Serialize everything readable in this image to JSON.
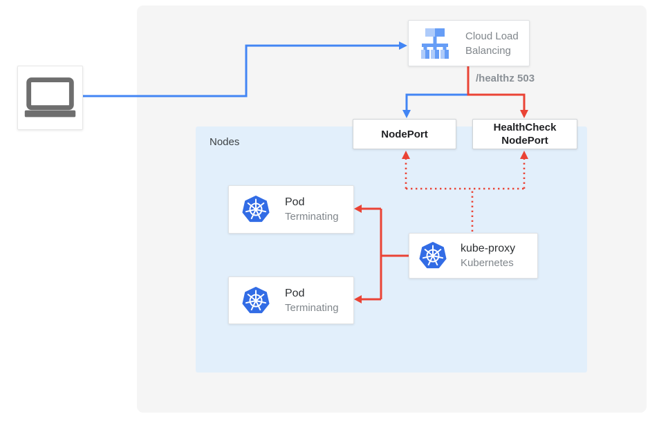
{
  "colors": {
    "flow_blue": "#4285f4",
    "flow_red": "#ea4335",
    "kubernetes_blue": "#326ce5",
    "clb_icon_light": "#aecbfa",
    "clb_icon_medium": "#669df6",
    "laptop_gray": "#6e6e6e",
    "outer_panel_bg": "#f5f5f5",
    "nodes_panel_bg": "#e2effb",
    "box_border": "#e0e2e4",
    "port_box_border": "#cfd3d6",
    "text_dark": "#202124",
    "text_gray": "#80868b",
    "nodes_label_color": "#3c4043",
    "annotation_gray": "#8a9096"
  },
  "diagram": {
    "nodes_panel": {
      "label": "Nodes"
    },
    "client": {
      "icon": "laptop"
    },
    "cloud_load_balancing": {
      "label": "Cloud Load Balancing",
      "icon": "load-balancer"
    },
    "health_check_annotation": "/healthz 503",
    "node_port": {
      "label": "NodePort"
    },
    "health_check_node_port": {
      "label": "HealthCheck NodePort"
    },
    "pods": [
      {
        "title": "Pod",
        "status": "Terminating",
        "icon": "kubernetes"
      },
      {
        "title": "Pod",
        "status": "Terminating",
        "icon": "kubernetes"
      }
    ],
    "kube_proxy": {
      "title": "kube-proxy",
      "subtitle": "Kubernetes",
      "icon": "kubernetes"
    }
  }
}
